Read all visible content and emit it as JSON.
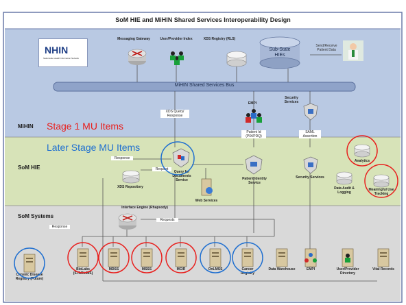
{
  "title": "SoM HIE and MiHIN Shared Services Interoperability Design",
  "lanes": {
    "mihin": "MiHIN",
    "som_hie": "SoM HIE",
    "som_systems": "SoM Systems"
  },
  "legend": {
    "stage1": "Stage 1 MU Items",
    "later": "Later Stage MU Items",
    "stage1_color": "#e8201e",
    "later_color": "#1f6fd0"
  },
  "mihin_nodes": {
    "nhin_logo": "NHIN",
    "nhin_sub": "Nationwide Health Information Network",
    "messaging_gateway": "Messaging Gateway",
    "user_provider_index": "User/Provider Index",
    "xds_registry_rls": "XDS Registry (RLS)",
    "sub_state_hies": "Sub-State HIEs",
    "send_receive": "Send/Receive Patient Data",
    "bus": "MiHIN Shared Services Bus",
    "empi": "EMPI",
    "security_services": "Security Services"
  },
  "connectors": {
    "xds_query": "XDS Query/ Response",
    "patient_id": "Patient Id (PIX/PDQ)",
    "saml": "SAML Assertion",
    "response_hie": "Response",
    "request_hie": "Request",
    "requests": "Requests",
    "response_sys": "Response"
  },
  "hie_nodes": {
    "query_docs": "Query for Documents Service",
    "xds_repository": "XDS Repository",
    "web_services": "Web Services",
    "patient_identity": "Patient Identity Service",
    "security_services": "Security Services",
    "data_audit": "Data Audit & Logging",
    "analytics": "Analytics",
    "mu_tracking": "Meaningful Use Tracking"
  },
  "systems": {
    "interface_engine": "Interface Engine (Rhapsody)",
    "items": [
      "Chronic Disease Registry (Future)",
      "BioLabs (STARLIMS)",
      "MDSS",
      "MSSS",
      "MCIR",
      "OnLMSS",
      "Cancer Registry",
      "Data Warehouse",
      "EMPI",
      "User/Provider Directory",
      "Vital Records"
    ]
  }
}
